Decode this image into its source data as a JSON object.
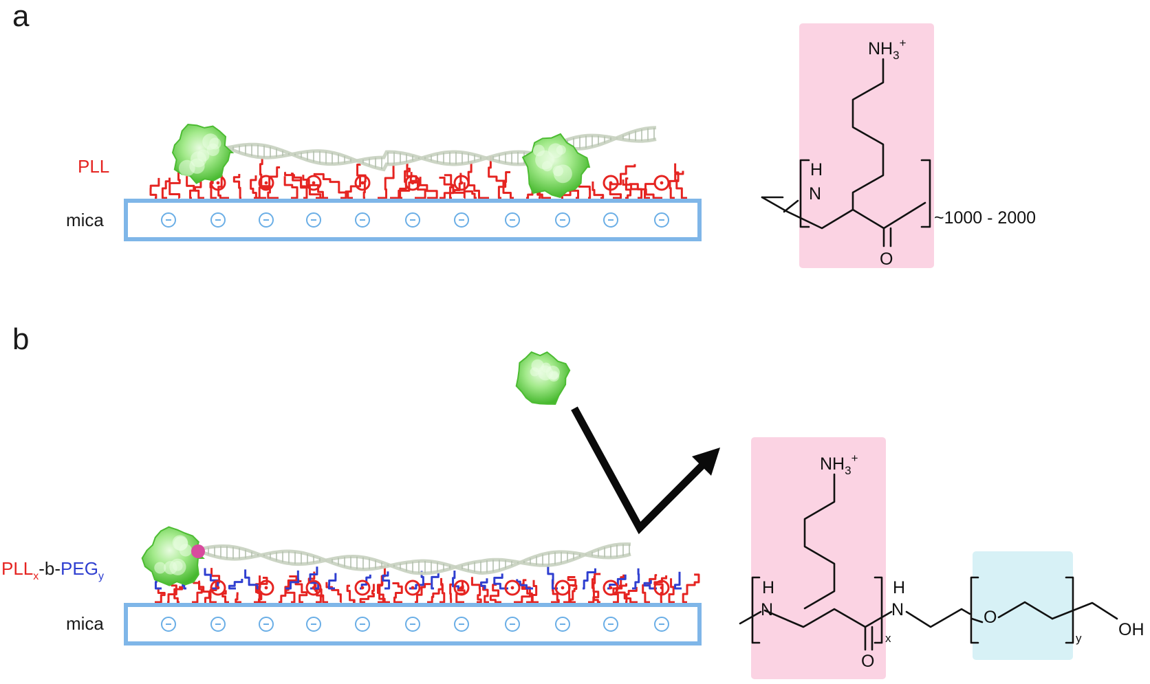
{
  "panels": [
    {
      "letter": "a",
      "polymer_label": "PLL",
      "substrate_label": "mica",
      "surface_charge": "⊙",
      "mica_charge": "⊝",
      "structure": {
        "amine": "NH",
        "amine_sub": "3",
        "amine_sup": "+",
        "nh_h": "H",
        "nh_n": "N",
        "carbonyl_o": "O",
        "repeat_label": "~1000 - 2000"
      }
    },
    {
      "letter": "b",
      "polymer_label_parts": {
        "pll": "PLL",
        "x": "x",
        "mid": "-b-",
        "peg": "PEG",
        "y": "y"
      },
      "substrate_label": "mica",
      "structure": {
        "amine": "NH",
        "amine_sub": "3",
        "amine_sup": "+",
        "nh_h": "H",
        "nh_n": "N",
        "carbonyl_o": "O",
        "x": "x",
        "amide_h": "H",
        "amide_n": "N",
        "ether_o": "O",
        "y": "y",
        "oh": "OH"
      }
    }
  ],
  "colors": {
    "pll": "#e52421",
    "peg": "#2f3fd0",
    "mica_border": "#7fb6e8",
    "mica_charge": "#6aaee6",
    "pll_box": "#fbd3e3",
    "peg_box": "#d7f1f6",
    "protein": "#8fe07a",
    "dna": "#c9d3c2",
    "tag": "#d84b9e"
  }
}
